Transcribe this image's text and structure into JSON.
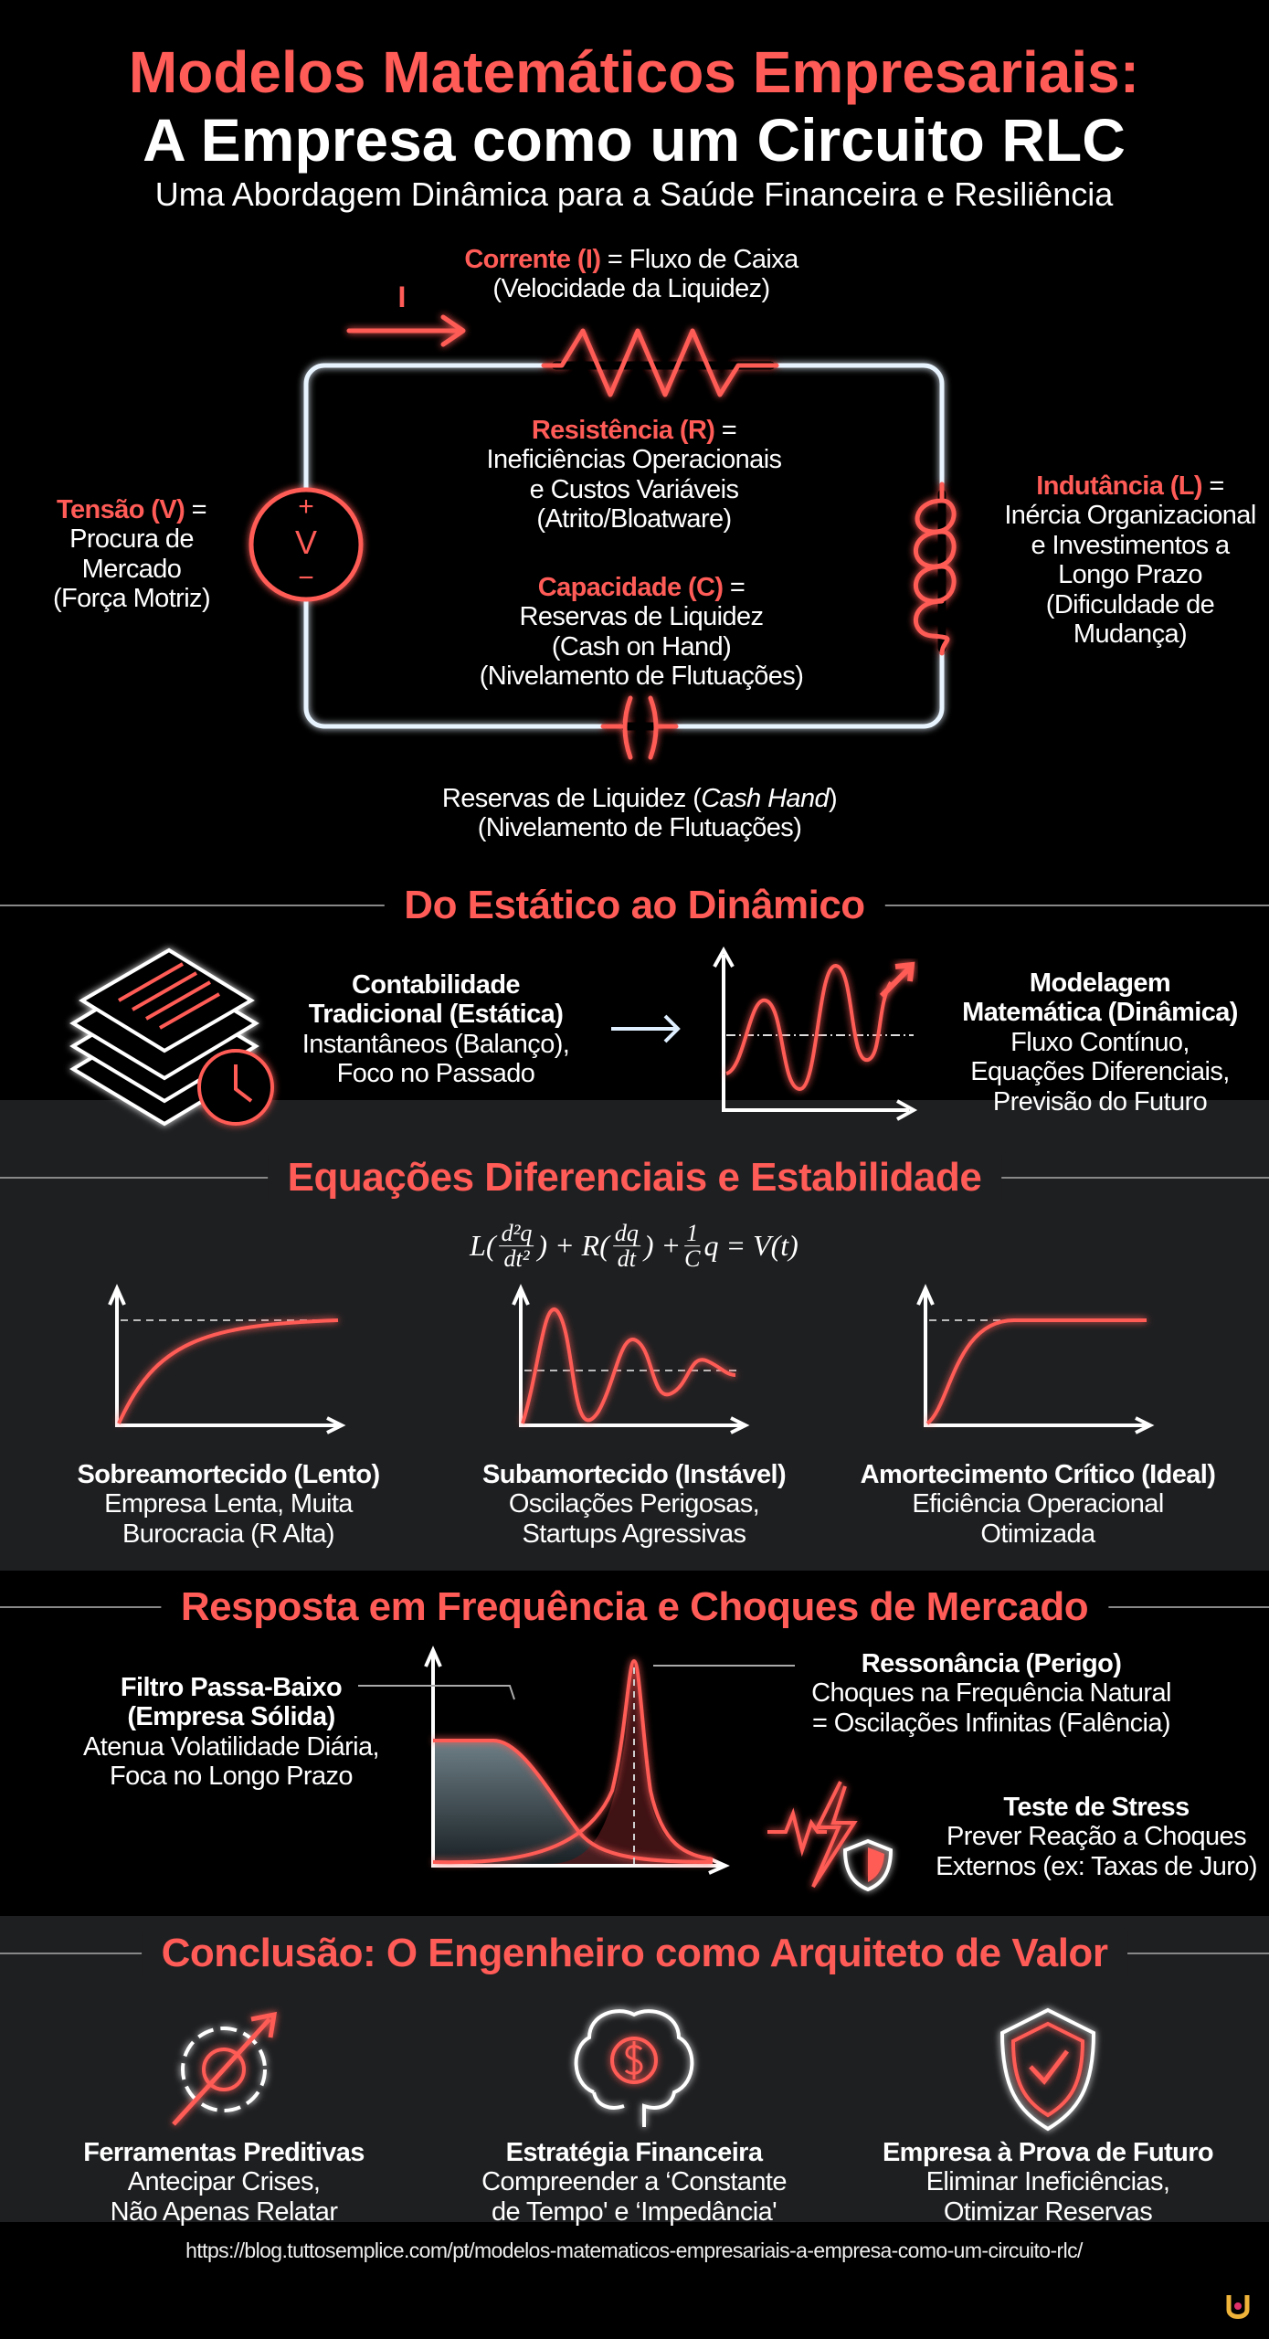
{
  "colors": {
    "accent": "#ff5b57",
    "wire": "#e8f4ff",
    "panel": "#1e1f21",
    "background": "#000000"
  },
  "header": {
    "title_line1": "Modelos Matemáticos Empresariais:",
    "title_line2": "A Empresa como um Circuito RLC",
    "subtitle": "Uma Abordagem Dinâmica para a Saúde Financeira e Resiliência"
  },
  "circuit": {
    "current": {
      "label": "Corrente (I)",
      "eq": " = Fluxo de Caixa",
      "line2": "(Velocidade da Liquidez)",
      "arrow_label": "I"
    },
    "resistance": {
      "label": "Resistência (R)",
      "eq": " =",
      "lines": [
        "Ineficiências Operacionais",
        "e Custos Variáveis",
        "(Atrito/Bloatware)"
      ]
    },
    "voltage": {
      "label": "Tensão (V)",
      "eq": " =",
      "lines": [
        "Procura de",
        "Mercado",
        "(Força Motriz)"
      ],
      "symbol": "V",
      "plus": "+",
      "minus": "−"
    },
    "inductance": {
      "label": "Indutância (L)",
      "eq": " =",
      "lines": [
        "Inércia Organizacional",
        "e Investimentos a",
        "Longo Prazo",
        "(Dificuldade de",
        "Mudança)"
      ]
    },
    "capacitance": {
      "label": "Capacidade (C)",
      "eq": " =",
      "lines": [
        "Reservas de Liquidez",
        "(Cash on Hand)",
        "(Nivelamento de Flutuações)"
      ]
    },
    "bottom": {
      "line1_prefix": "Reservas de Liquidez (",
      "line1_italic": "Cash Hand",
      "line1_suffix": ")",
      "line2": "(Nivelamento de Flutuações)"
    }
  },
  "section_static": {
    "title": "Do Estático ao Dinâmico",
    "left": {
      "title_lines": [
        "Contabilidade",
        "Tradicional (Estática)"
      ],
      "lines": [
        "Instantâneos (Balanço),",
        "Foco no Passado"
      ],
      "icon": "stacked-documents-clock-icon"
    },
    "arrow": "→",
    "right": {
      "title_lines": [
        "Modelagem",
        "Matemática (Dinâmica)"
      ],
      "lines": [
        "Fluxo Contínuo,",
        "Equações Diferenciais,",
        "Previsão do Futuro"
      ],
      "icon": "oscillating-graph-icon"
    }
  },
  "section_equations": {
    "title": "Equações Diferenciais e Estabilidade",
    "equation": {
      "L": "L(",
      "d2q": "d²q",
      "dt2": "dt²",
      "close1": ") + R(",
      "dq": "dq",
      "dt": "dt",
      "close2": ") +",
      "one": "1",
      "C": "C",
      "rest": "q = V(t)"
    },
    "cases": [
      {
        "title": "Sobreamortecido (Lento)",
        "lines": [
          "Empresa Lenta, Muita",
          "Burocracia (R Alta)"
        ]
      },
      {
        "title": "Subamortecido (Instável)",
        "lines": [
          "Oscilações Perigosas,",
          "Startups Agressivas"
        ]
      },
      {
        "title": "Amortecimento Crítico (Ideal)",
        "lines": [
          "Eficiência Operacional",
          "Otimizada"
        ]
      }
    ]
  },
  "section_frequency": {
    "title": "Resposta em Frequência e Choques de Mercado",
    "lowpass": {
      "title_lines": [
        "Filtro Passa-Baixo",
        "(Empresa Sólida)"
      ],
      "lines": [
        "Atenua Volatilidade Diária,",
        "Foca no Longo Prazo"
      ]
    },
    "resonance": {
      "title": "Ressonância (Perigo)",
      "lines": [
        "Choques na Frequência Natural",
        "= Oscilações Infinitas (Falência)"
      ]
    },
    "stress": {
      "title": "Teste de Stress",
      "lines": [
        "Prever Reação a Choques",
        "Externos (ex: Taxas de Juro)"
      ],
      "icon": "lightning-shield-icon"
    }
  },
  "section_conclusion": {
    "title": "Conclusão: O Engenheiro como Arquiteto de Valor",
    "items": [
      {
        "title": "Ferramentas Preditivas",
        "lines": [
          "Antecipar Crises,",
          "Não Apenas Relatar"
        ],
        "icon": "gear-arrow-icon"
      },
      {
        "title": "Estratégia Financeira",
        "lines": [
          "Compreender a ‘Constante",
          "de Tempo' e ‘Impedância'"
        ],
        "icon": "brain-dollar-icon"
      },
      {
        "title": "Empresa à Prova de Futuro",
        "lines": [
          "Eliminar Ineficiências,",
          "Otimizar Reservas"
        ],
        "icon": "shield-check-icon"
      }
    ]
  },
  "footer": {
    "url": "https://blog.tuttosemplice.com/pt/modelos-matematicos-empresariais-a-empresa-como-um-circuito-rlc/",
    "logo": "tuttosemplice-logo"
  }
}
